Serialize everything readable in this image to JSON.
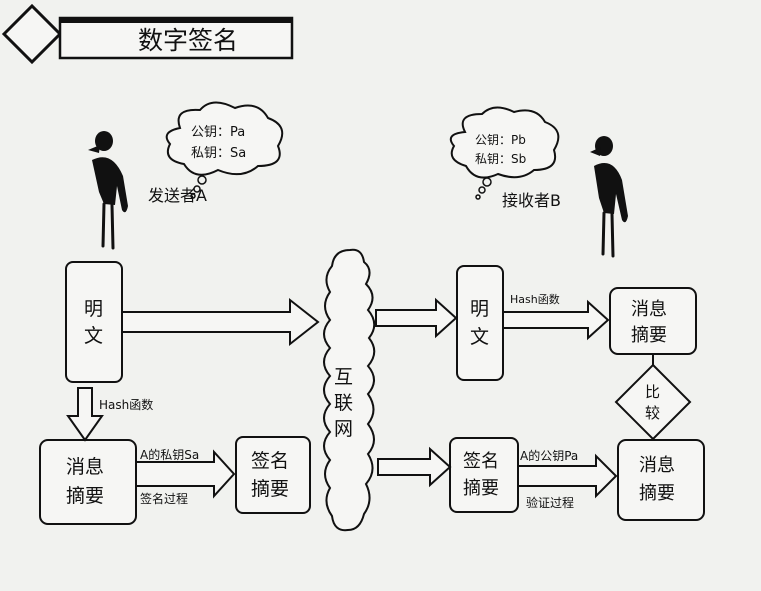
{
  "title": "数字签名",
  "sender": {
    "label": "发送者A",
    "cloud_line1": "公钥：Pa",
    "cloud_line2": "私钥：Sa"
  },
  "receiver": {
    "label": "接收者B",
    "cloud_line1": "公钥：Pb",
    "cloud_line2": "私钥：Sb"
  },
  "network": {
    "c1": "互",
    "c2": "联",
    "c3": "网"
  },
  "boxes": {
    "plaintext_a_1": "明",
    "plaintext_a_2": "文",
    "digest_a_1": "消息",
    "digest_a_2": "摘要",
    "signature_a_1": "签名",
    "signature_a_2": "摘要",
    "plaintext_b_1": "明",
    "plaintext_b_2": "文",
    "digest_b1_1": "消息",
    "digest_b1_2": "摘要",
    "signature_b_1": "签名",
    "signature_b_2": "摘要",
    "digest_b2_1": "消息",
    "digest_b2_2": "摘要",
    "compare_1": "比",
    "compare_2": "较"
  },
  "arrows": {
    "hash_a": "Hash函数",
    "private_key_a": "A的私钥Sa",
    "sign_process": "签名过程",
    "hash_b": "Hash函数",
    "public_key_a": "A的公钥Pa",
    "verify_process": "验证过程"
  }
}
